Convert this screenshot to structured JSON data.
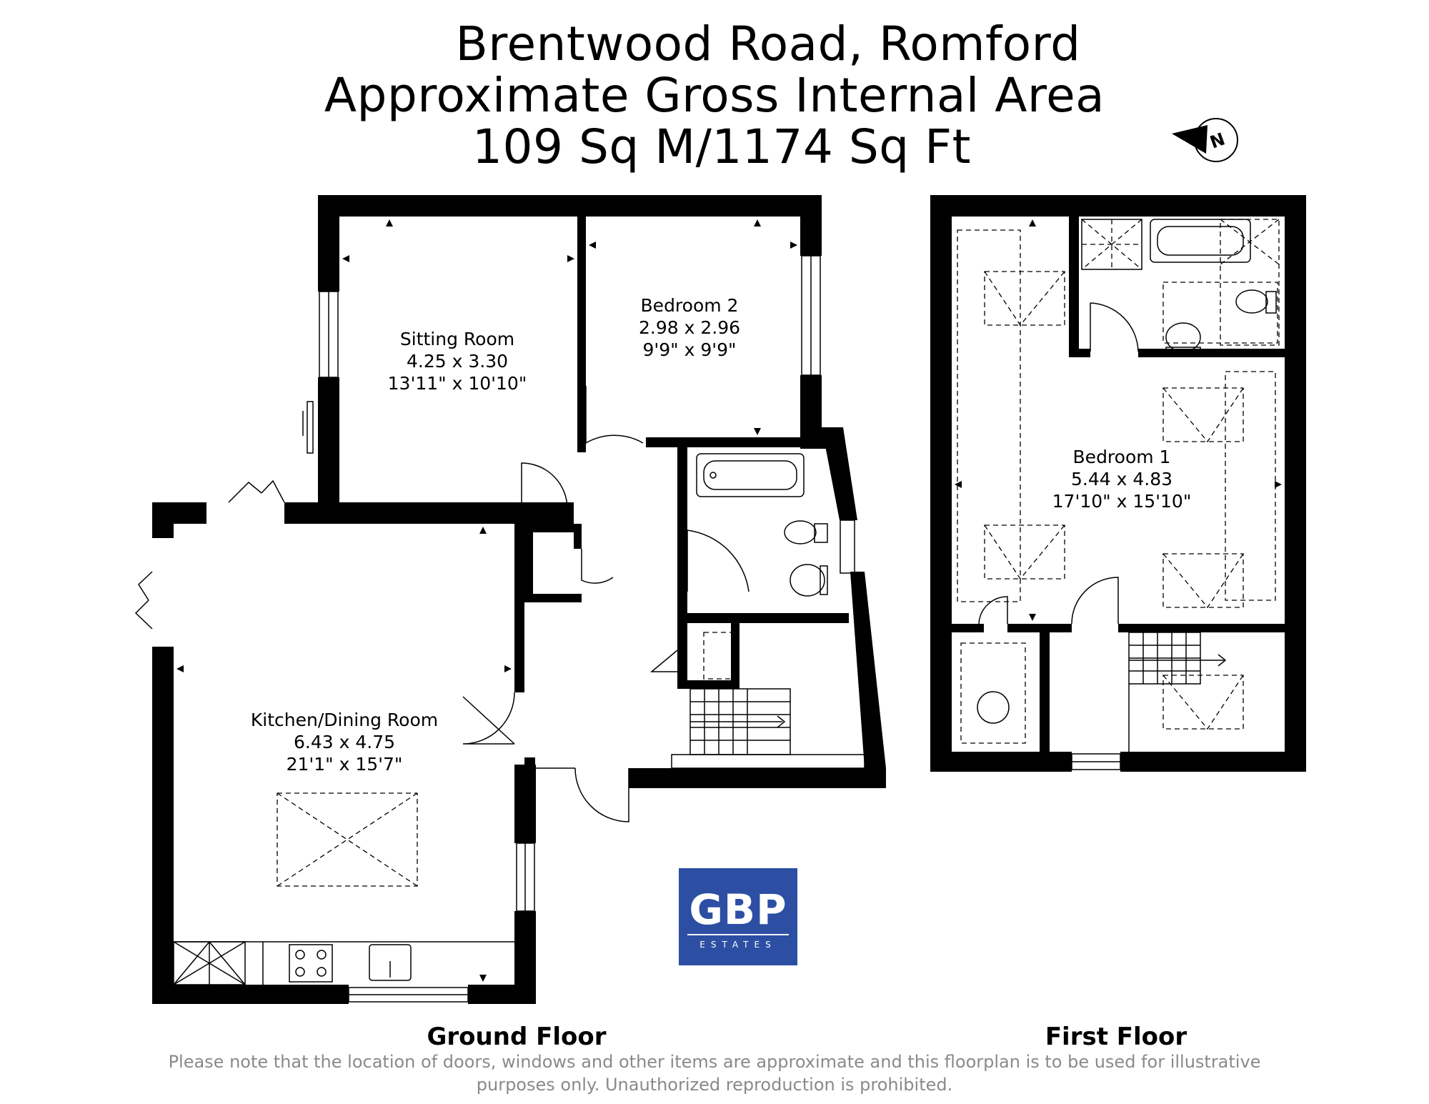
{
  "header": {
    "line1": "Brentwood Road, Romford",
    "line2": "Approximate Gross Internal Area",
    "line3": "109 Sq M/1174 Sq Ft"
  },
  "compass": {
    "letter": "N"
  },
  "rooms": {
    "sitting_room": {
      "name": "Sitting Room",
      "metric": "4.25 x 3.30",
      "imperial": "13'11\" x 10'10\""
    },
    "bedroom_2": {
      "name": "Bedroom 2",
      "metric": "2.98 x 2.96",
      "imperial": "9'9\" x 9'9\""
    },
    "kitchen_dining": {
      "name": "Kitchen/Dining Room",
      "metric": "6.43 x 4.75",
      "imperial": "21'1\" x 15'7\""
    },
    "bedroom_1": {
      "name": "Bedroom 1",
      "metric": "5.44 x 4.83",
      "imperial": "17'10\" x 15'10\""
    }
  },
  "floors": {
    "ground": "Ground Floor",
    "first": "First Floor"
  },
  "logo": {
    "main": "GBP",
    "sub": "ESTATES",
    "color": "#2c4fa3"
  },
  "disclaimer": {
    "line1": "Please note that the location of doors, windows and other items are approximate and this floorplan is to be used for illustrative",
    "line2": "purposes only. Unauthorized reproduction is prohibited."
  }
}
